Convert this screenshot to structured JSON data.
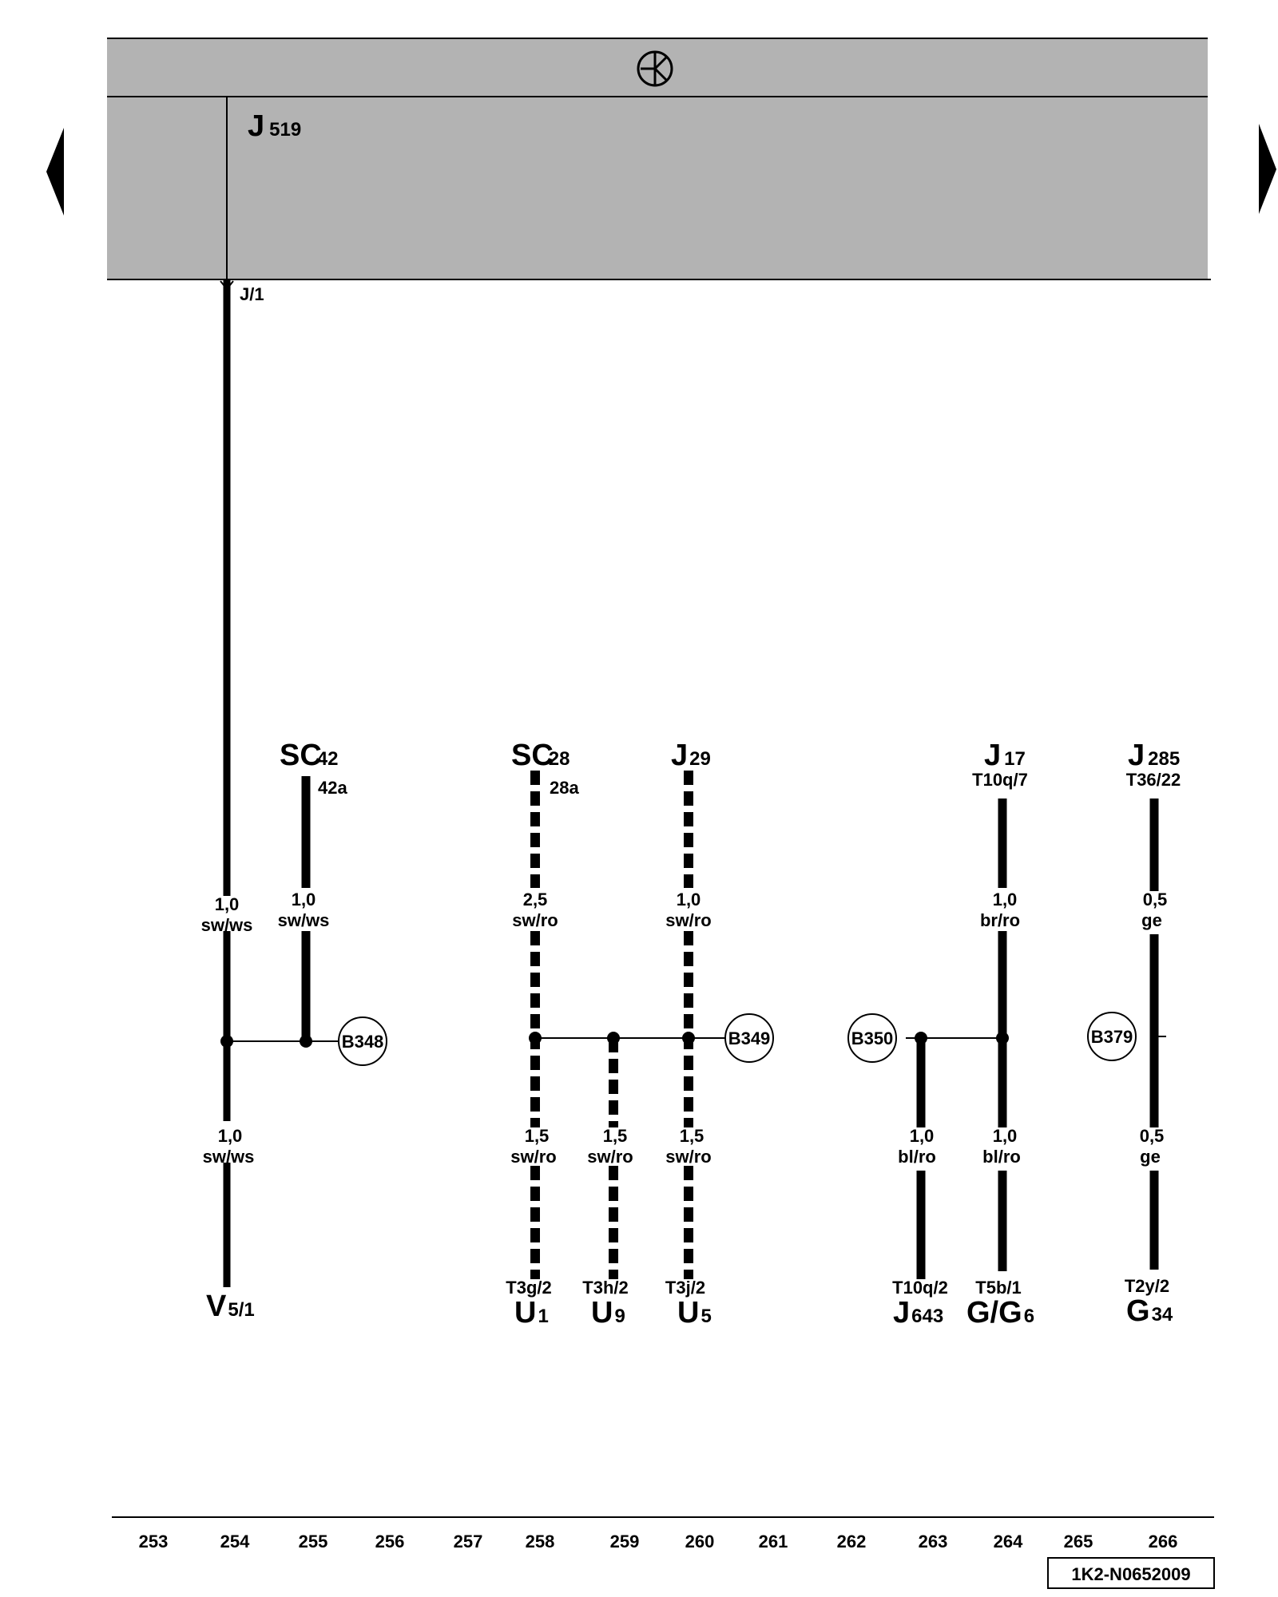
{
  "control_unit": {
    "name": "J",
    "sub": "519",
    "pin": "J/1"
  },
  "top_components": {
    "sc42": {
      "name": "SC",
      "sub": "42",
      "pin": "42a"
    },
    "sc28": {
      "name": "SC",
      "sub": "28",
      "pin": "28a"
    },
    "j29": {
      "name": "J",
      "sub": "29"
    },
    "j17": {
      "name": "J",
      "sub": "17",
      "pin": "T10q/7"
    },
    "j285": {
      "name": "J",
      "sub": "285",
      "pin": "T36/22"
    }
  },
  "wires": {
    "w254_up": {
      "size": "1,0",
      "color": "sw/ws"
    },
    "w255": {
      "size": "1,0",
      "color": "sw/ws"
    },
    "w254_low": {
      "size": "1,0",
      "color": "sw/ws"
    },
    "w258_up": {
      "size": "2,5",
      "color": "sw/ro"
    },
    "w260_up": {
      "size": "1,0",
      "color": "sw/ro"
    },
    "w258_low": {
      "size": "1,5",
      "color": "sw/ro"
    },
    "w259_low": {
      "size": "1,5",
      "color": "sw/ro"
    },
    "w260_low": {
      "size": "1,5",
      "color": "sw/ro"
    },
    "w264_up": {
      "size": "1,0",
      "color": "br/ro"
    },
    "w266_up": {
      "size": "0,5",
      "color": "ge"
    },
    "w263_low": {
      "size": "1,0",
      "color": "bl/ro"
    },
    "w264_low": {
      "size": "1,0",
      "color": "bl/ro"
    },
    "w266_low": {
      "size": "0,5",
      "color": "ge"
    }
  },
  "connectors": {
    "b348": "B348",
    "b349": "B349",
    "b350": "B350",
    "b379": "B379"
  },
  "bottom_components": {
    "v5": {
      "name": "V",
      "sub": "5/1"
    },
    "u1": {
      "name": "U",
      "sub": "1",
      "pin": "T3g/2"
    },
    "u9": {
      "name": "U",
      "sub": "9",
      "pin": "T3h/2"
    },
    "u5": {
      "name": "U",
      "sub": "5",
      "pin": "T3j/2"
    },
    "j643": {
      "name": "J",
      "sub": "643",
      "pin": "T10q/2"
    },
    "g6": {
      "name": "G/G",
      "sub": "6",
      "pin": "T5b/1"
    },
    "g34": {
      "name": "G",
      "sub": "34",
      "pin": "T2y/2"
    }
  },
  "tracks": [
    "253",
    "254",
    "255",
    "256",
    "257",
    "258",
    "259",
    "260",
    "261",
    "262",
    "263",
    "264",
    "265",
    "266"
  ],
  "document_id": "1K2-N0652009",
  "colors": {
    "unit_fill": "#b3b3b3",
    "line": "#000000",
    "background": "#ffffff"
  }
}
